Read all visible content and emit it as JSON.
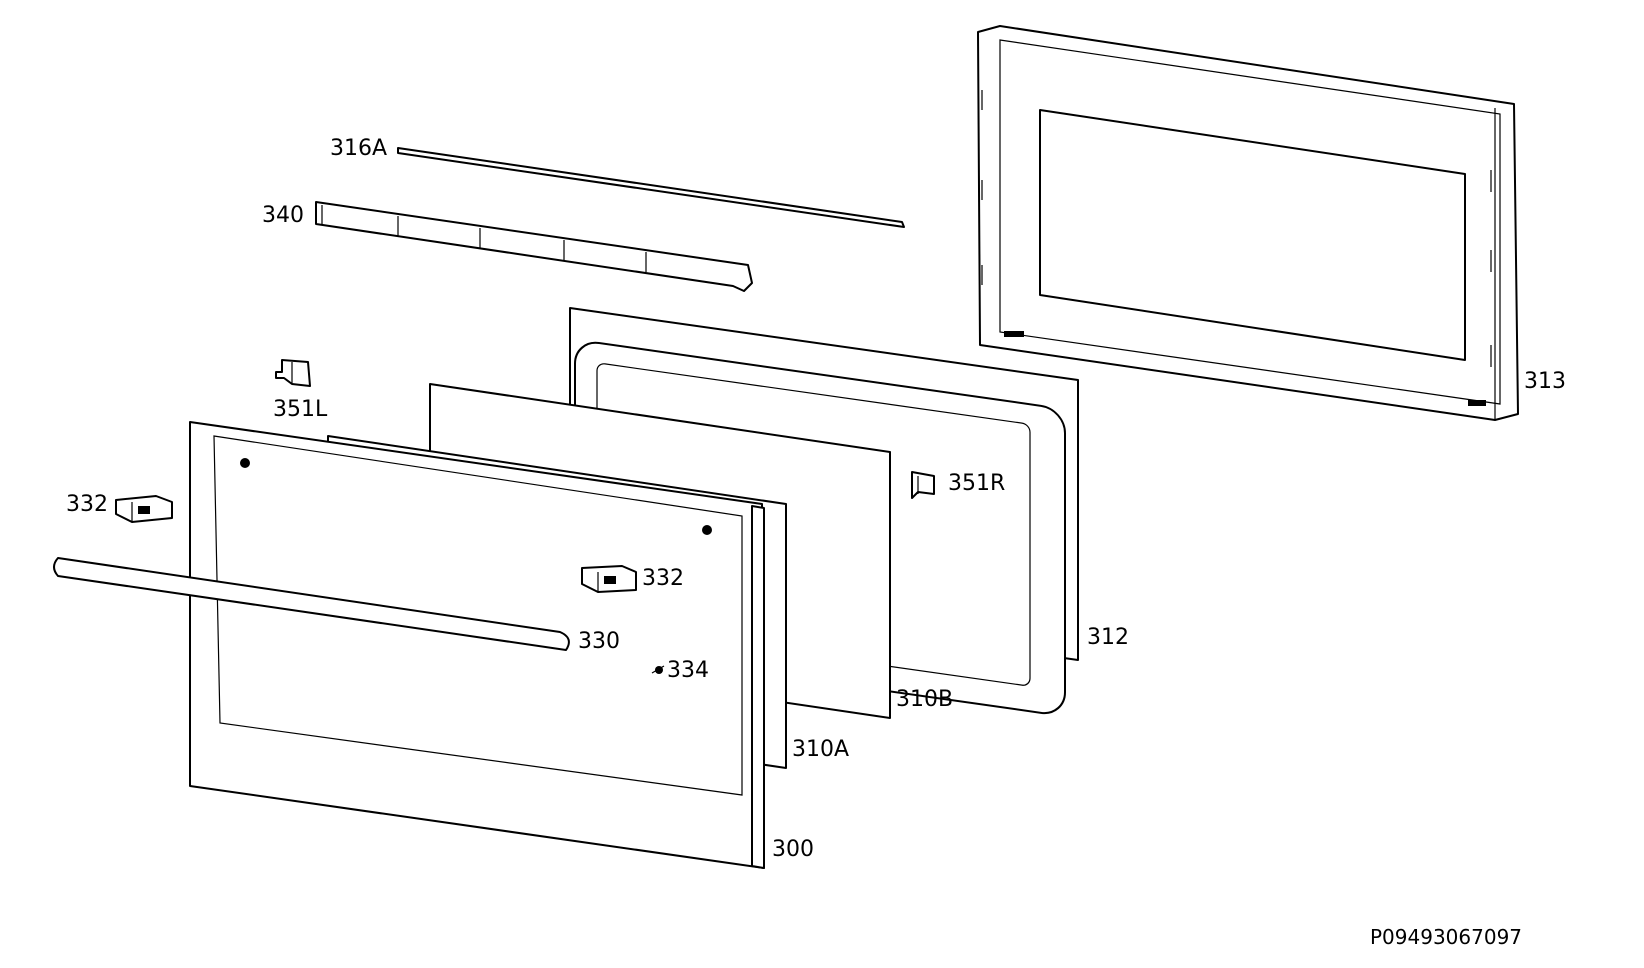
{
  "diagram": {
    "reference_code": "P09493067097",
    "labels": {
      "p316A": "316A",
      "p340": "340",
      "p351L": "351L",
      "p332_left": "332",
      "p332_center": "332",
      "p330": "330",
      "p334": "334",
      "p351R": "351R",
      "p312": "312",
      "p310B": "310B",
      "p310A": "310A",
      "p300": "300",
      "p313": "313"
    }
  }
}
